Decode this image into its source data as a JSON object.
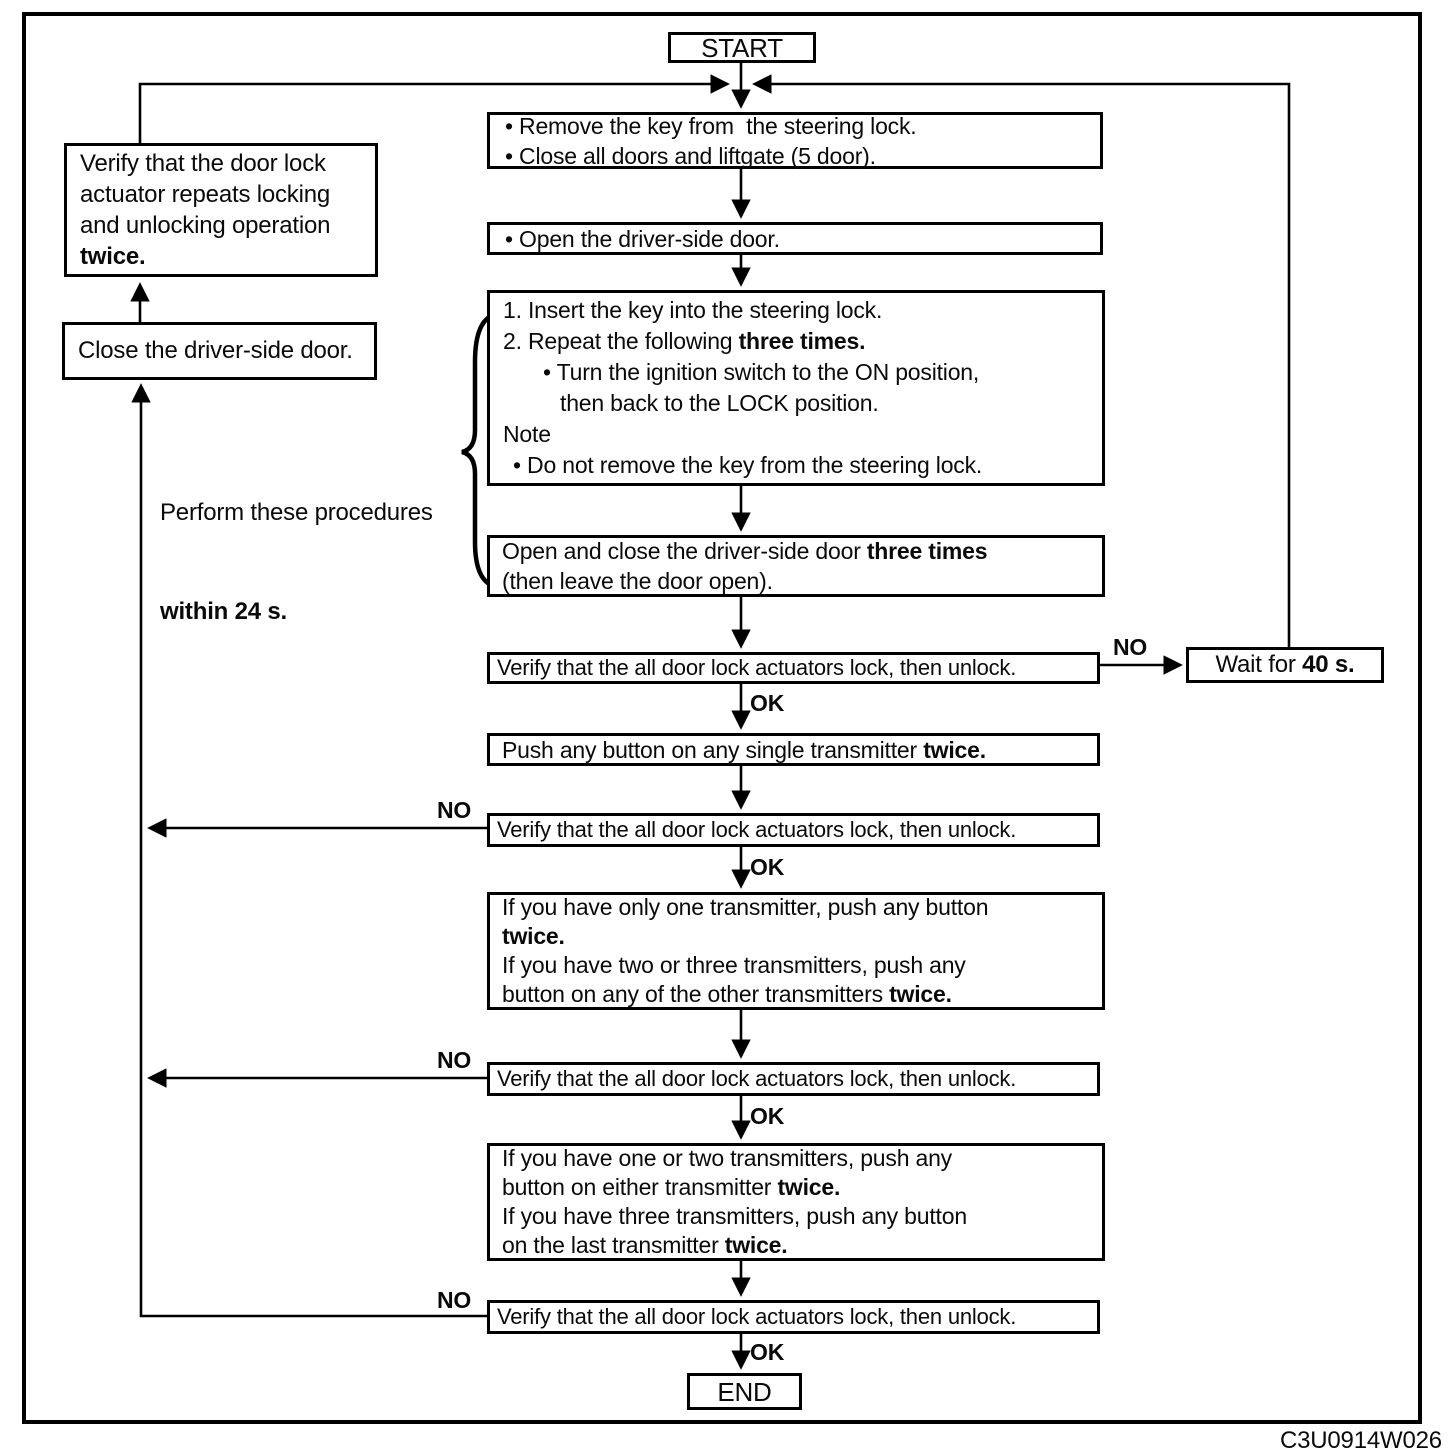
{
  "diagram": {
    "code": "C3U0914W026",
    "labels": {
      "ok": "OK",
      "no": "NO"
    },
    "terminals": {
      "start": "START",
      "end": "END"
    },
    "side_note": {
      "line1": "Perform these procedures",
      "line2": "within 24 s."
    },
    "nodes": {
      "verify_actuator": {
        "l1": "Verify that the door lock",
        "l2": "actuator repeats locking",
        "l3": "and unlocking operation",
        "l4b": "twice."
      },
      "close_door": {
        "l1": "Close the driver-side door."
      },
      "remove_key": {
        "l1": "• Remove the key from  the steering lock.",
        "l2": "• Close all doors and liftgate (5 door)."
      },
      "open_door": {
        "l1": "• Open the driver-side door."
      },
      "procedure": {
        "l1": "1. Insert the key into the steering lock.",
        "l2t": "2. Repeat the following ",
        "l2b": "three times.",
        "l3": "• Turn the ignition switch to the ON position,",
        "l4": "then back to the LOCK position.",
        "l5": "Note",
        "l6": "• Do not remove the key from the steering lock."
      },
      "open_close": {
        "l1t": "Open and close the driver-side door ",
        "l1b": "three times",
        "l2": "(then leave the door open)."
      },
      "verify_all_1": {
        "l1": "Verify that the all door lock actuators lock, then unlock."
      },
      "wait_40": {
        "l1t": "Wait for ",
        "l1b": "40 s."
      },
      "push_any": {
        "l1t": "Push any button on any single transmitter ",
        "l1b": "twice."
      },
      "verify_all_2": {
        "l1": "Verify that the all door lock actuators lock, then unlock."
      },
      "trans_a": {
        "l1": "If you have only one transmitter, push any button",
        "l2b": "twice.",
        "l3": "If you have two or three transmitters, push any",
        "l4t": "button on any of the other transmitters ",
        "l4b": "twice."
      },
      "verify_all_3": {
        "l1": "Verify that the all door lock actuators lock, then unlock."
      },
      "trans_b": {
        "l1": "If you have one or two transmitters, push any",
        "l2t": "button on either transmitter ",
        "l2b": "twice.",
        "l3": "If you have three transmitters, push any button",
        "l4t": "on the last transmitter ",
        "l4b": "twice."
      },
      "verify_all_4": {
        "l1": "Verify that the all door lock actuators lock, then unlock."
      }
    }
  }
}
